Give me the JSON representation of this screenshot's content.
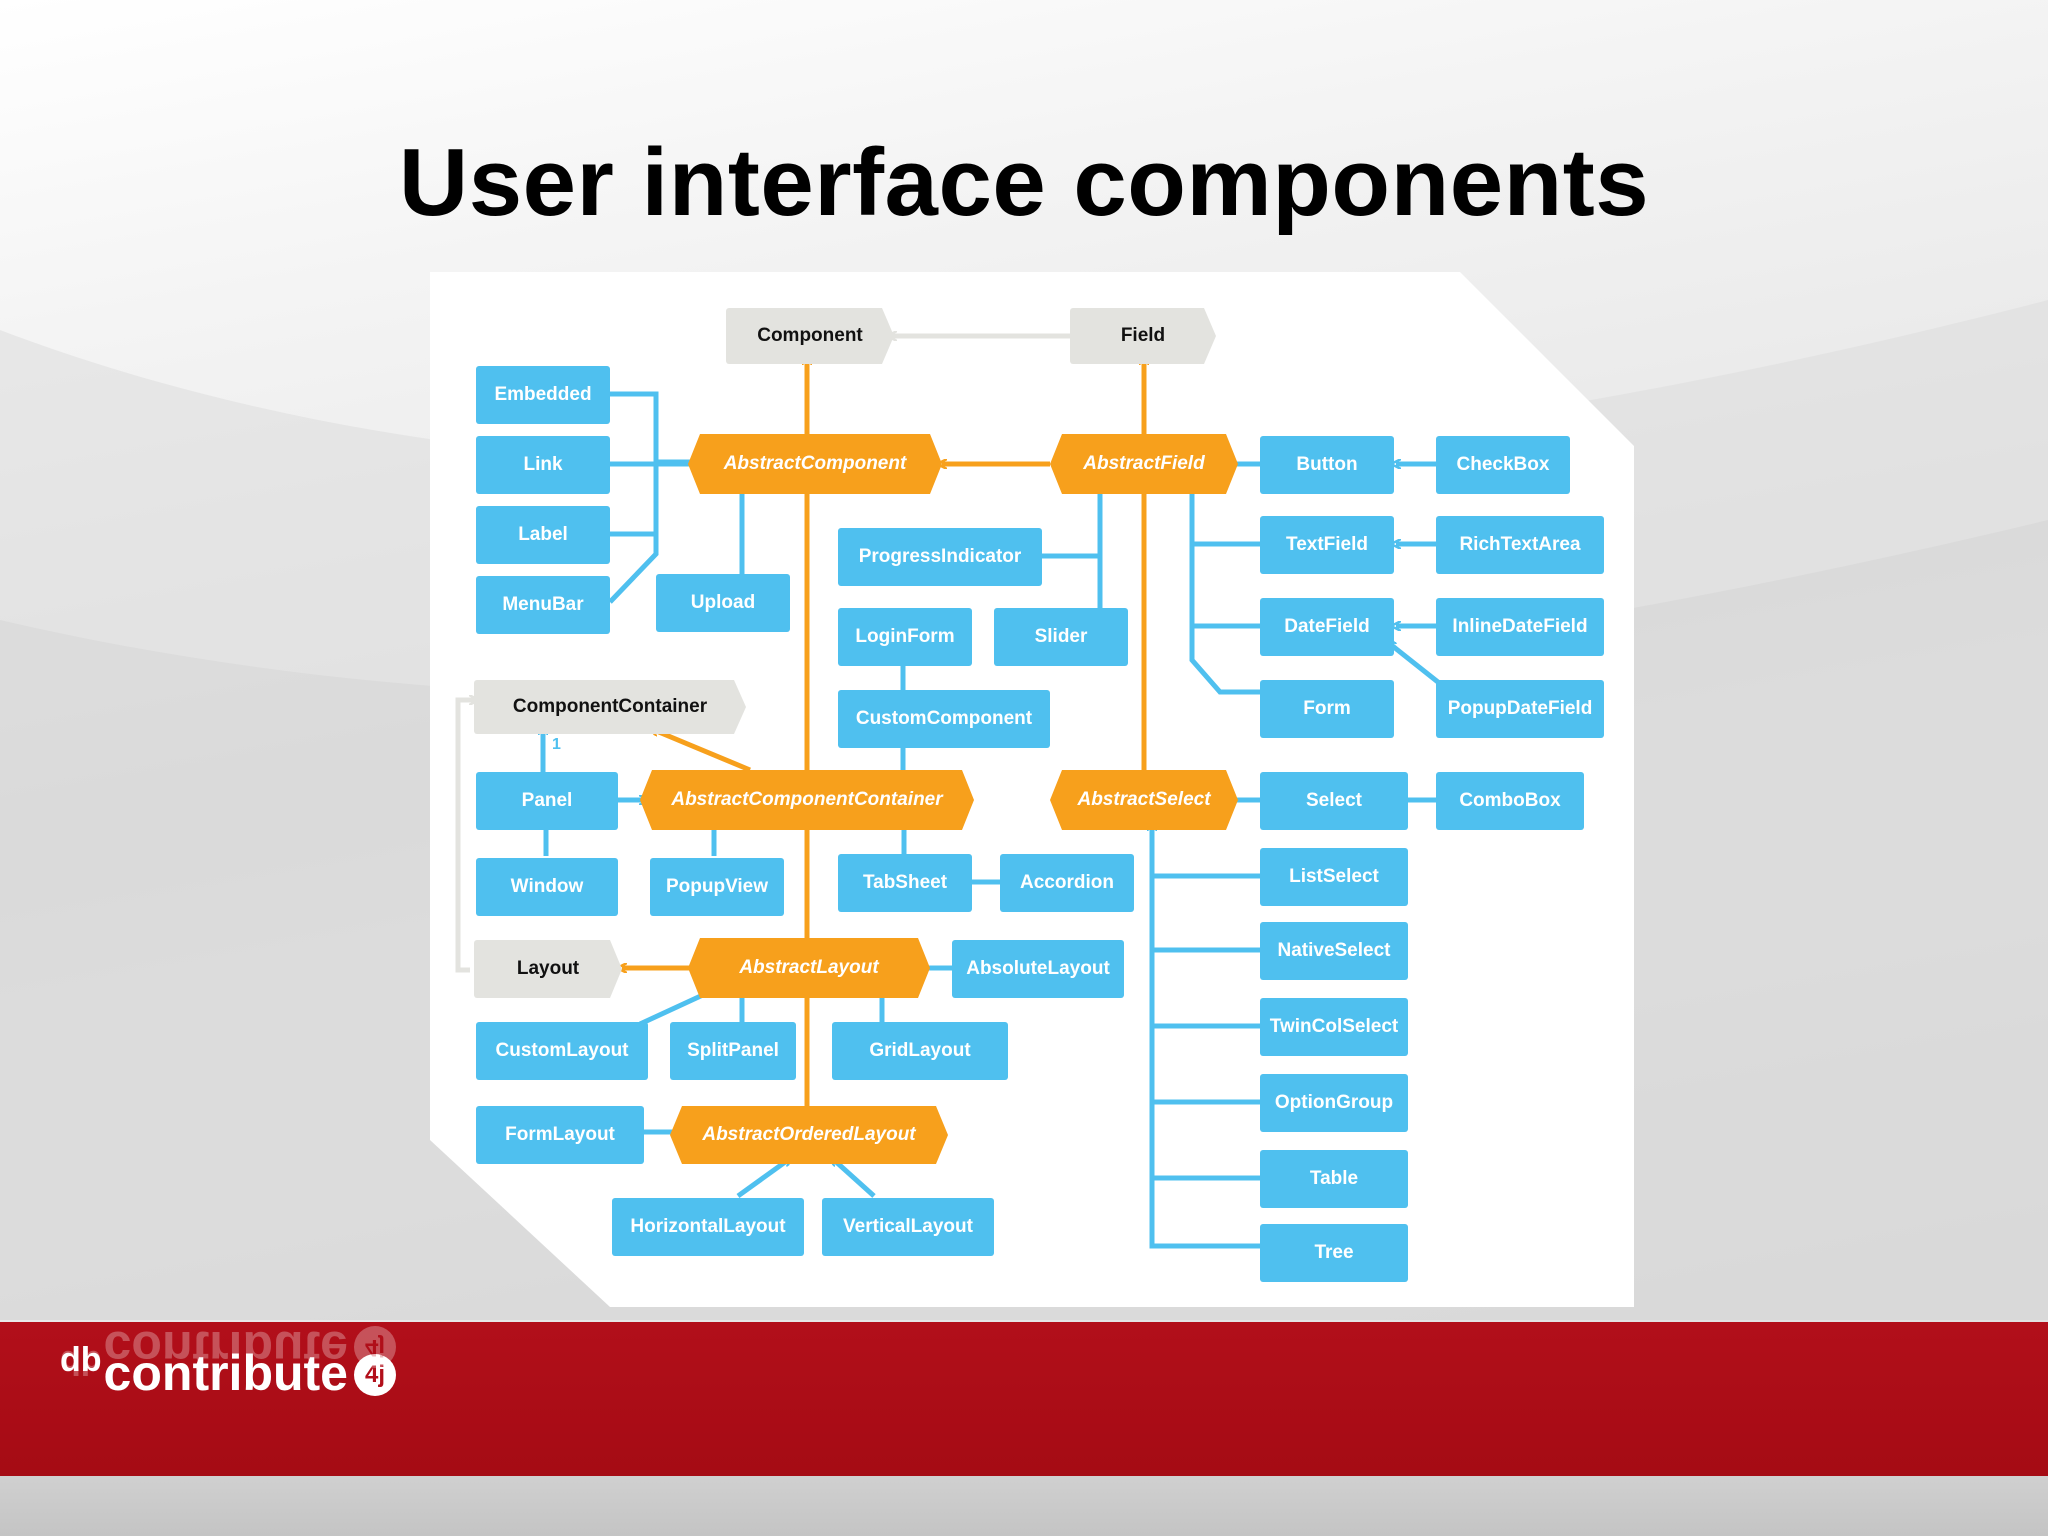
{
  "slide": {
    "title": "User interface components",
    "brand": {
      "prefix": "db",
      "name": "contribute",
      "badge": "4j"
    }
  },
  "colors": {
    "field": "#4fc0ef",
    "abstract": "#f7a01c",
    "interface": "#e3e3df",
    "footer": "#b20f1a"
  },
  "diagram": {
    "labels": {
      "component": "Component",
      "field": "Field",
      "component_container": "ComponentContainer",
      "layout": "Layout",
      "abstract_component": "AbstractComponent",
      "abstract_field": "AbstractField",
      "abstract_component_container": "AbstractComponentContainer",
      "abstract_select": "AbstractSelect",
      "abstract_layout": "AbstractLayout",
      "abstract_ordered_layout": "AbstractOrderedLayout",
      "embedded": "Embedded",
      "link": "Link",
      "label": "Label",
      "menubar": "MenuBar",
      "upload": "Upload",
      "progress_indicator": "ProgressIndicator",
      "slider": "Slider",
      "login_form": "LoginForm",
      "custom_component": "CustomComponent",
      "button": "Button",
      "checkbox": "CheckBox",
      "textfield": "TextField",
      "richtextarea": "RichTextArea",
      "datefield": "DateField",
      "inline_datefield": "InlineDateField",
      "popup_datefield": "PopupDateField",
      "form": "Form",
      "select": "Select",
      "combobox": "ComboBox",
      "listselect": "ListSelect",
      "nativeselect": "NativeSelect",
      "twincolselect": "TwinColSelect",
      "optiongroup": "OptionGroup",
      "table": "Table",
      "tree": "Tree",
      "panel": "Panel",
      "window": "Window",
      "popupview": "PopupView",
      "tabsheet": "TabSheet",
      "accordion": "Accordion",
      "absolute_layout": "AbsoluteLayout",
      "custom_layout": "CustomLayout",
      "split_panel": "SplitPanel",
      "grid_layout": "GridLayout",
      "form_layout": "FormLayout",
      "horizontal_layout": "HorizontalLayout",
      "vertical_layout": "VerticalLayout",
      "multiplicity": "1"
    }
  }
}
